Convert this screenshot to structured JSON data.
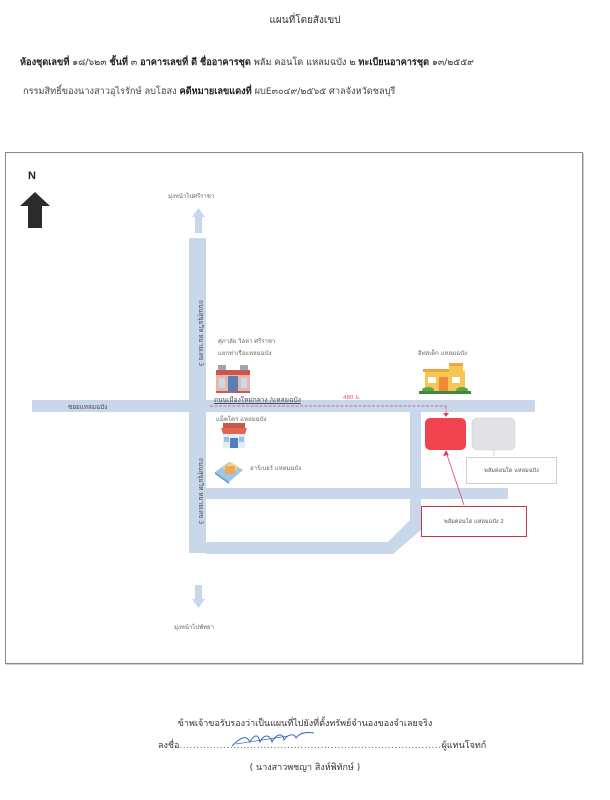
{
  "document": {
    "title": "แผนที่โดยสังเขป",
    "line1": {
      "room_label": "ห้องชุดเลขที่",
      "room_value": "๑๘/๖๒๓",
      "floor_label": "ชั้นที่",
      "floor_value": "๓",
      "building_label": "อาคารเลขที่",
      "building_value": "ดี",
      "condo_name_label": "ชื่ออาคารชุด",
      "condo_name_value": "พลัม คอนโด แหลมฉบัง ๒",
      "registration_label": "ทะเบียนอาคารชุด",
      "registration_value": "๑๓/๒๕๕๙"
    },
    "line2": {
      "owner_text": "กรรมสิทธิ์ของนางสาวอุไรรักษ์ ลบโฮสง",
      "case_label": "คดีหมายเลขแดงที่",
      "case_value": "ผบE๓๐๔๙/๒๕๖๕",
      "court": "ศาลจังหวัดชลบุรี"
    }
  },
  "map": {
    "north_label": "N",
    "direction_top": "มุ่งหน้าไปศรีราชา",
    "direction_bottom": "มุ่งหน้าไปพัทยา",
    "roads": {
      "main_vertical_upper": "ถนนสุขุมวิท หมายเลข 3",
      "main_vertical_lower": "ถนนสุขุมวิท หมายเลข 3",
      "west_road": "ซอยแหลมฉบัง",
      "east_road": "ถนนเมืองใหม่กลาง /แหลมฉบัง",
      "distance": "480 ม."
    },
    "landmarks": [
      {
        "name": "ศุภาลัย วิลล่า ศรีราชา",
        "sub": "แยกท่าเรือแหลมฉบัง",
        "icon": "building-icon"
      },
      {
        "name": "แม็คโคร แหลมฉบัง",
        "icon": "shop-icon"
      },
      {
        "name": "ฮาร์เบอร์ แหลมฉบัง",
        "icon": "mall-icon"
      },
      {
        "name": "อิทสเต็ก แหลมฉบัง",
        "icon": "house-icon"
      }
    ],
    "targets": {
      "plum_condo": "พลัมคอนโด แหลมฉบัง",
      "plum_condo_2": "พลัมคอนโด แหลมฉบัง 2"
    },
    "colors": {
      "road": "#c8d8ea",
      "target_red": "#f0434f",
      "neighbor_grey": "#e2e2e6",
      "route_line": "#d24a6a",
      "label_border_red": "#c23a4a"
    }
  },
  "certification": {
    "statement": "ข้าพเจ้าขอรับรองว่าเป็นแผนที่ไปยังที่ตั้งทรัพย์จำนองของจำเลยจริง",
    "sign_prefix": "ลงชื่อ",
    "sign_suffix": "ผู้แทนโจทก์",
    "signer_name": "( นางสาวพชญา สิงห์พิทักษ์ )"
  }
}
